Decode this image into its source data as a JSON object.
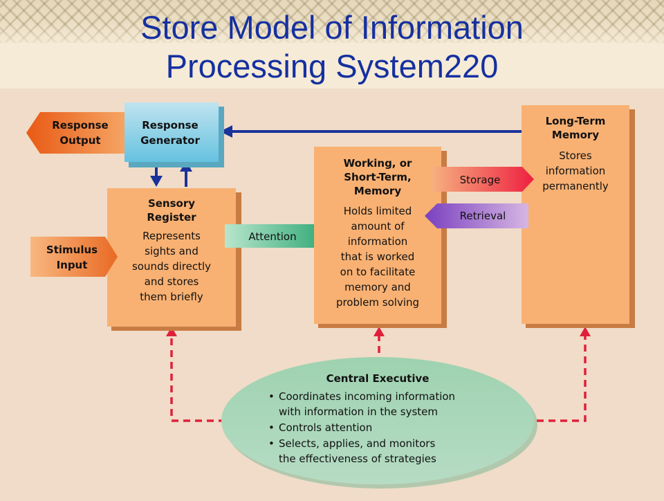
{
  "title": {
    "line1": "Store Model of Information",
    "line2": "Processing System220"
  },
  "nodes": {
    "response_output": {
      "lines": [
        "Response",
        "Output"
      ]
    },
    "response_generator": {
      "lines": [
        "Response",
        "Generator"
      ]
    },
    "stimulus_input": {
      "lines": [
        "Stimulus",
        "Input"
      ]
    },
    "sensory_register": {
      "title": [
        "Sensory",
        "Register"
      ],
      "body": [
        "Represents",
        "sights and",
        "sounds directly",
        "and stores",
        "them briefly"
      ]
    },
    "working_memory": {
      "title": [
        "Working, or",
        "Short-Term,",
        "Memory"
      ],
      "body": [
        "Holds limited",
        "amount of",
        "information",
        "that is worked",
        "on to facilitate",
        "memory and",
        "problem solving"
      ]
    },
    "long_term_memory": {
      "title": [
        "Long-Term",
        "Memory"
      ],
      "body": [
        "Stores",
        "information",
        "permanently"
      ]
    },
    "central_executive": {
      "title": "Central Executive",
      "bullets": [
        [
          "Coordinates incoming information",
          "with information in the system"
        ],
        [
          "Controls attention"
        ],
        [
          "Selects, applies, and monitors",
          "the effectiveness of strategies"
        ]
      ]
    }
  },
  "arrows": {
    "attention": "Attention",
    "storage": "Storage",
    "retrieval": "Retrieval"
  },
  "colors": {
    "box_orange": "#f8b173",
    "box_shadow": "#c87c44",
    "generator_top": "#bfe3ef",
    "generator_bottom": "#6cc6e2",
    "blue_arrow": "#1a3399",
    "red_dashed": "#e0203a",
    "attention_green": "#4dbb90",
    "storage_red": "#ee3048",
    "retrieval_purple": "#8050c0",
    "executive_fill": "#a8d6b8",
    "title_blue": "#1530a0"
  }
}
